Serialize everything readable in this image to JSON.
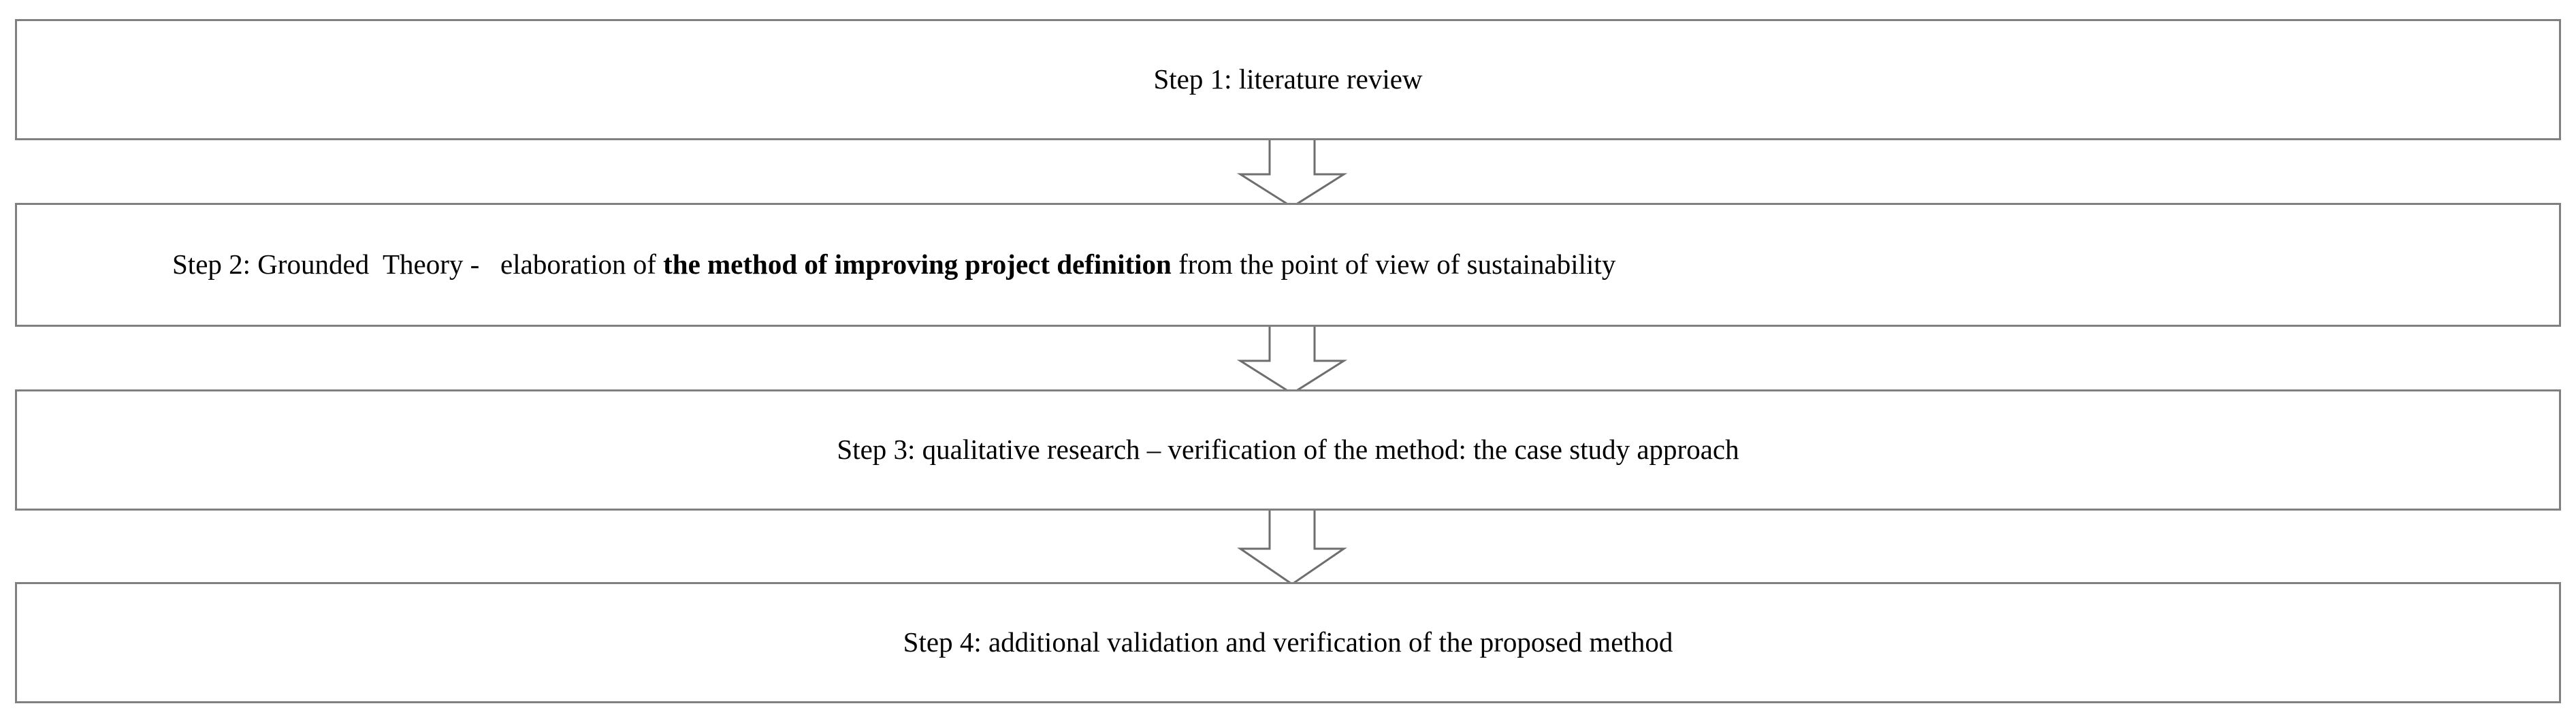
{
  "diagram": {
    "title": "Research methodology steps flowchart",
    "type": "vertical-flowchart",
    "orientation": "top-to-bottom",
    "box_border_color": "#808080",
    "arrow_stroke_color": "#6e6e6e",
    "background_color": "#ffffff",
    "text_color": "#000000",
    "steps": [
      {
        "id": "step-1",
        "number": 1,
        "label": "Step 1: literature review",
        "align": "center",
        "segments": [
          {
            "text": "Step 1: literature review",
            "bold": false
          }
        ]
      },
      {
        "id": "step-2",
        "number": 2,
        "label": "Step 2: Grounded  Theory -   elaboration of the method of improving project definition from the point of view of sustainability",
        "align": "left",
        "segments": [
          {
            "text": "Step 2: Grounded  Theory -   elaboration of ",
            "bold": false
          },
          {
            "text": "the method of improving project definition",
            "bold": true
          },
          {
            "text": " from the point of view of sustainability",
            "bold": false
          }
        ]
      },
      {
        "id": "step-3",
        "number": 3,
        "label": "Step 3: qualitative research – verification of the method: the case study approach",
        "align": "center",
        "segments": [
          {
            "text": "Step 3: qualitative research – verification of the method: the case study approach",
            "bold": false
          }
        ]
      },
      {
        "id": "step-4",
        "number": 4,
        "label": "Step 4: additional validation and verification of the proposed method",
        "align": "center",
        "segments": [
          {
            "text": "Step 4: additional validation and verification of the proposed method",
            "bold": false
          }
        ]
      }
    ],
    "connectors": [
      {
        "id": "connector-1",
        "from": "step-1",
        "to": "step-2",
        "shape": "down-block-arrow"
      },
      {
        "id": "connector-2",
        "from": "step-2",
        "to": "step-3",
        "shape": "down-block-arrow"
      },
      {
        "id": "connector-3",
        "from": "step-3",
        "to": "step-4",
        "shape": "down-block-arrow"
      }
    ]
  }
}
